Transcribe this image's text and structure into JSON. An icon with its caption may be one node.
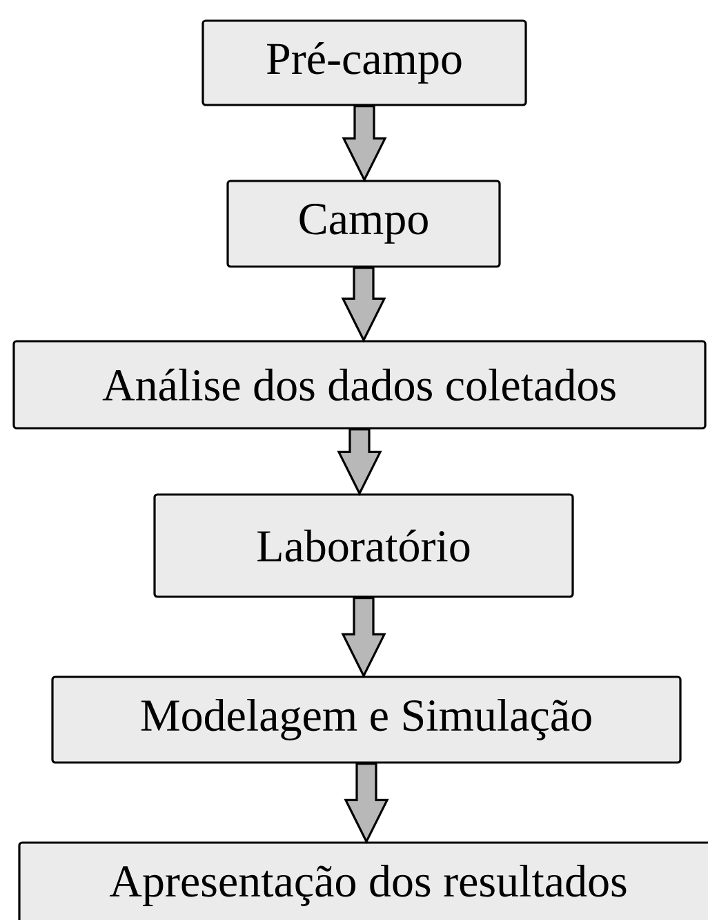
{
  "diagram": {
    "nodes": [
      {
        "text": [
          "Pré-campo"
        ]
      },
      {
        "text": [
          "Campo"
        ]
      },
      {
        "text": [
          "Análise dos dados coletados"
        ]
      },
      {
        "text": [
          "Laboratório"
        ]
      },
      {
        "text": [
          "Modelagem e Simulação"
        ]
      },
      {
        "text": [
          "Apresentação dos resultados"
        ]
      }
    ],
    "edges": [
      {
        "from": 0,
        "to": 1,
        "arrow": "to"
      },
      {
        "from": 1,
        "to": 2,
        "arrow": "to"
      },
      {
        "from": 2,
        "to": 3,
        "arrow": "to"
      },
      {
        "from": 3,
        "to": 4,
        "arrow": "to"
      },
      {
        "from": 4,
        "to": 5,
        "arrow": "to"
      }
    ]
  }
}
